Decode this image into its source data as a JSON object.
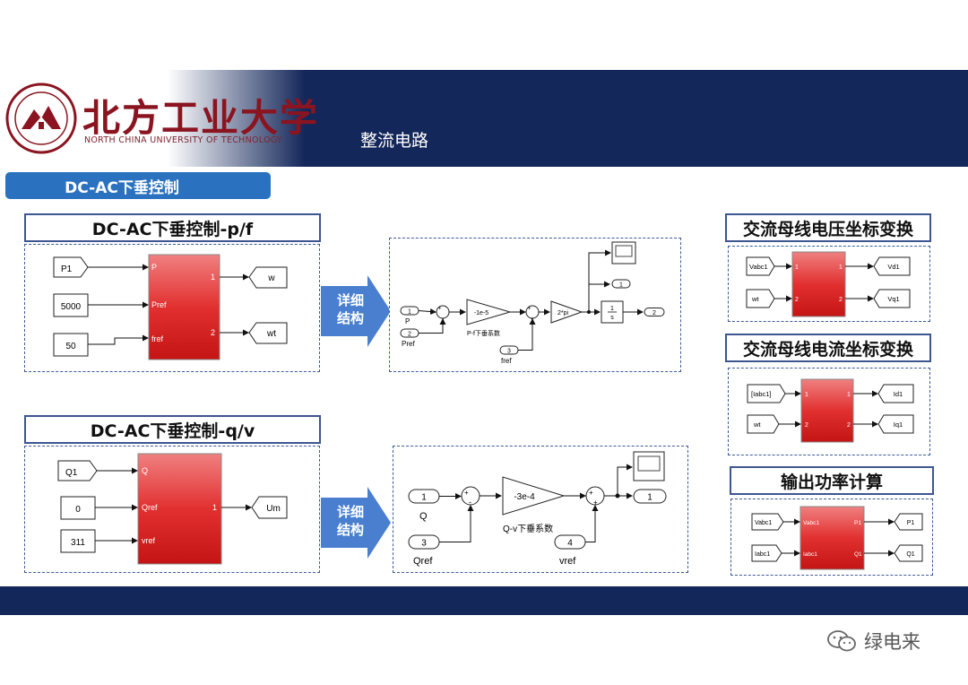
{
  "header": {
    "school_name": "北方工业大学",
    "school_name_en": "NORTH CHINA UNIVERSITY OF TECHNOLOGY",
    "page_title": "整流电路"
  },
  "section_tag": "DC-AC下垂控制",
  "pf": {
    "title": "DC-AC下垂控制-p/f",
    "sub": {
      "in1": "P",
      "in2": "Pref",
      "in3": "fref",
      "out1": "1",
      "out2": "2"
    },
    "inputs": [
      "P1",
      "5000",
      "50"
    ],
    "outputs": [
      "w",
      "wt"
    ]
  },
  "qv": {
    "title": "DC-AC下垂控制-q/v",
    "sub": {
      "in1": "Q",
      "in2": "Qref",
      "in3": "vref",
      "out1": "1"
    },
    "inputs": [
      "Q1",
      "0",
      "311"
    ],
    "outputs": [
      "Um"
    ]
  },
  "detail_label": [
    "详细",
    "结构"
  ],
  "pf_detail": {
    "in1_num": "1",
    "in1_name": "P",
    "in2_num": "2",
    "in2_name": "Pref",
    "in3_num": "3",
    "in3_name": "fref",
    "gain": "-1e-5",
    "gain_name": "P-f下垂系数",
    "gain2": "2*pi",
    "integ_num": "1",
    "integ_den": "s",
    "out1": "1",
    "out2": "2"
  },
  "qv_detail": {
    "in1_num": "1",
    "in1_name": "Q",
    "in2_num": "3",
    "in2_name": "Qref",
    "in3_num": "4",
    "in3_name": "vref",
    "gain": "-3e-4",
    "gain_name": "Q-v下垂系数",
    "out1": "1"
  },
  "right_blocks": [
    {
      "title": "交流母线电压坐标变换",
      "in_labels": [
        "1",
        "2"
      ],
      "out_labels": [
        "1",
        "2"
      ],
      "inputs": [
        "Vabc1",
        "wt"
      ],
      "outputs": [
        "Vd1",
        "Vq1"
      ]
    },
    {
      "title": "交流母线电流坐标变换",
      "in_labels": [
        "1",
        "2"
      ],
      "out_labels": [
        "1",
        "2"
      ],
      "inputs": [
        "[Iabc1]",
        "wt"
      ],
      "outputs": [
        "Id1",
        "Iq1"
      ]
    },
    {
      "title": "输出功率计算",
      "in_labels": [
        "Vabc1",
        "Iabc1"
      ],
      "out_labels": [
        "P1",
        "Q1"
      ],
      "inputs": [
        "Vabc1",
        "Iabc1"
      ],
      "outputs": [
        "P1",
        "Q1"
      ]
    }
  ],
  "signs": {
    "plus": "+",
    "minus": "-"
  },
  "watermark": "绿电来",
  "colors": {
    "navy": "#14275a",
    "accent_blue": "#2a72c0",
    "block_red": "#d81e1e",
    "dash": "#3e5a93"
  }
}
